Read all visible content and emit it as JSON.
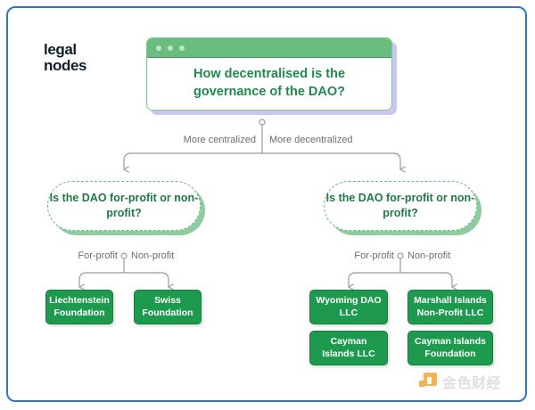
{
  "brand": {
    "line1": "legal",
    "line2": "nodes"
  },
  "root": {
    "title": "How decentralised is the governance of the DAO?",
    "window_dots": [
      "dot-1",
      "dot-2",
      "dot-3"
    ]
  },
  "top_edges": {
    "left_label": "More centralized",
    "right_label": "More decentralized"
  },
  "branches": [
    {
      "id": "centralized",
      "question": "Is the DAO for-profit or non-profit?",
      "edges": {
        "left_label": "For-profit",
        "right_label": "Non-profit"
      },
      "results": [
        {
          "label": "Liechtenstein Foundation"
        },
        {
          "label": "Swiss Foundation"
        }
      ]
    },
    {
      "id": "decentralized",
      "question": "Is the DAO for-profit or non-profit?",
      "edges": {
        "left_label": "For-profit",
        "right_label": "Non-profit"
      },
      "results": [
        {
          "label": "Wyoming DAO LLC"
        },
        {
          "label": "Marshall Islands Non-Profit LLC"
        },
        {
          "label": "Cayman Islands LLC"
        },
        {
          "label": "Cayman Islands Foundation"
        }
      ]
    }
  ],
  "watermark": {
    "text": "金色财经",
    "icon": "jinse-logo-icon"
  },
  "colors": {
    "card_border": "#2f77c4",
    "brand_green": "#1e9a4e",
    "title_bar": "#69bd7e",
    "pill_shadow": "#8ecb9e",
    "browser_shadow": "#c9c6ef",
    "wire": "#9a9a9a",
    "watermark_accent": "#f0a32a"
  }
}
